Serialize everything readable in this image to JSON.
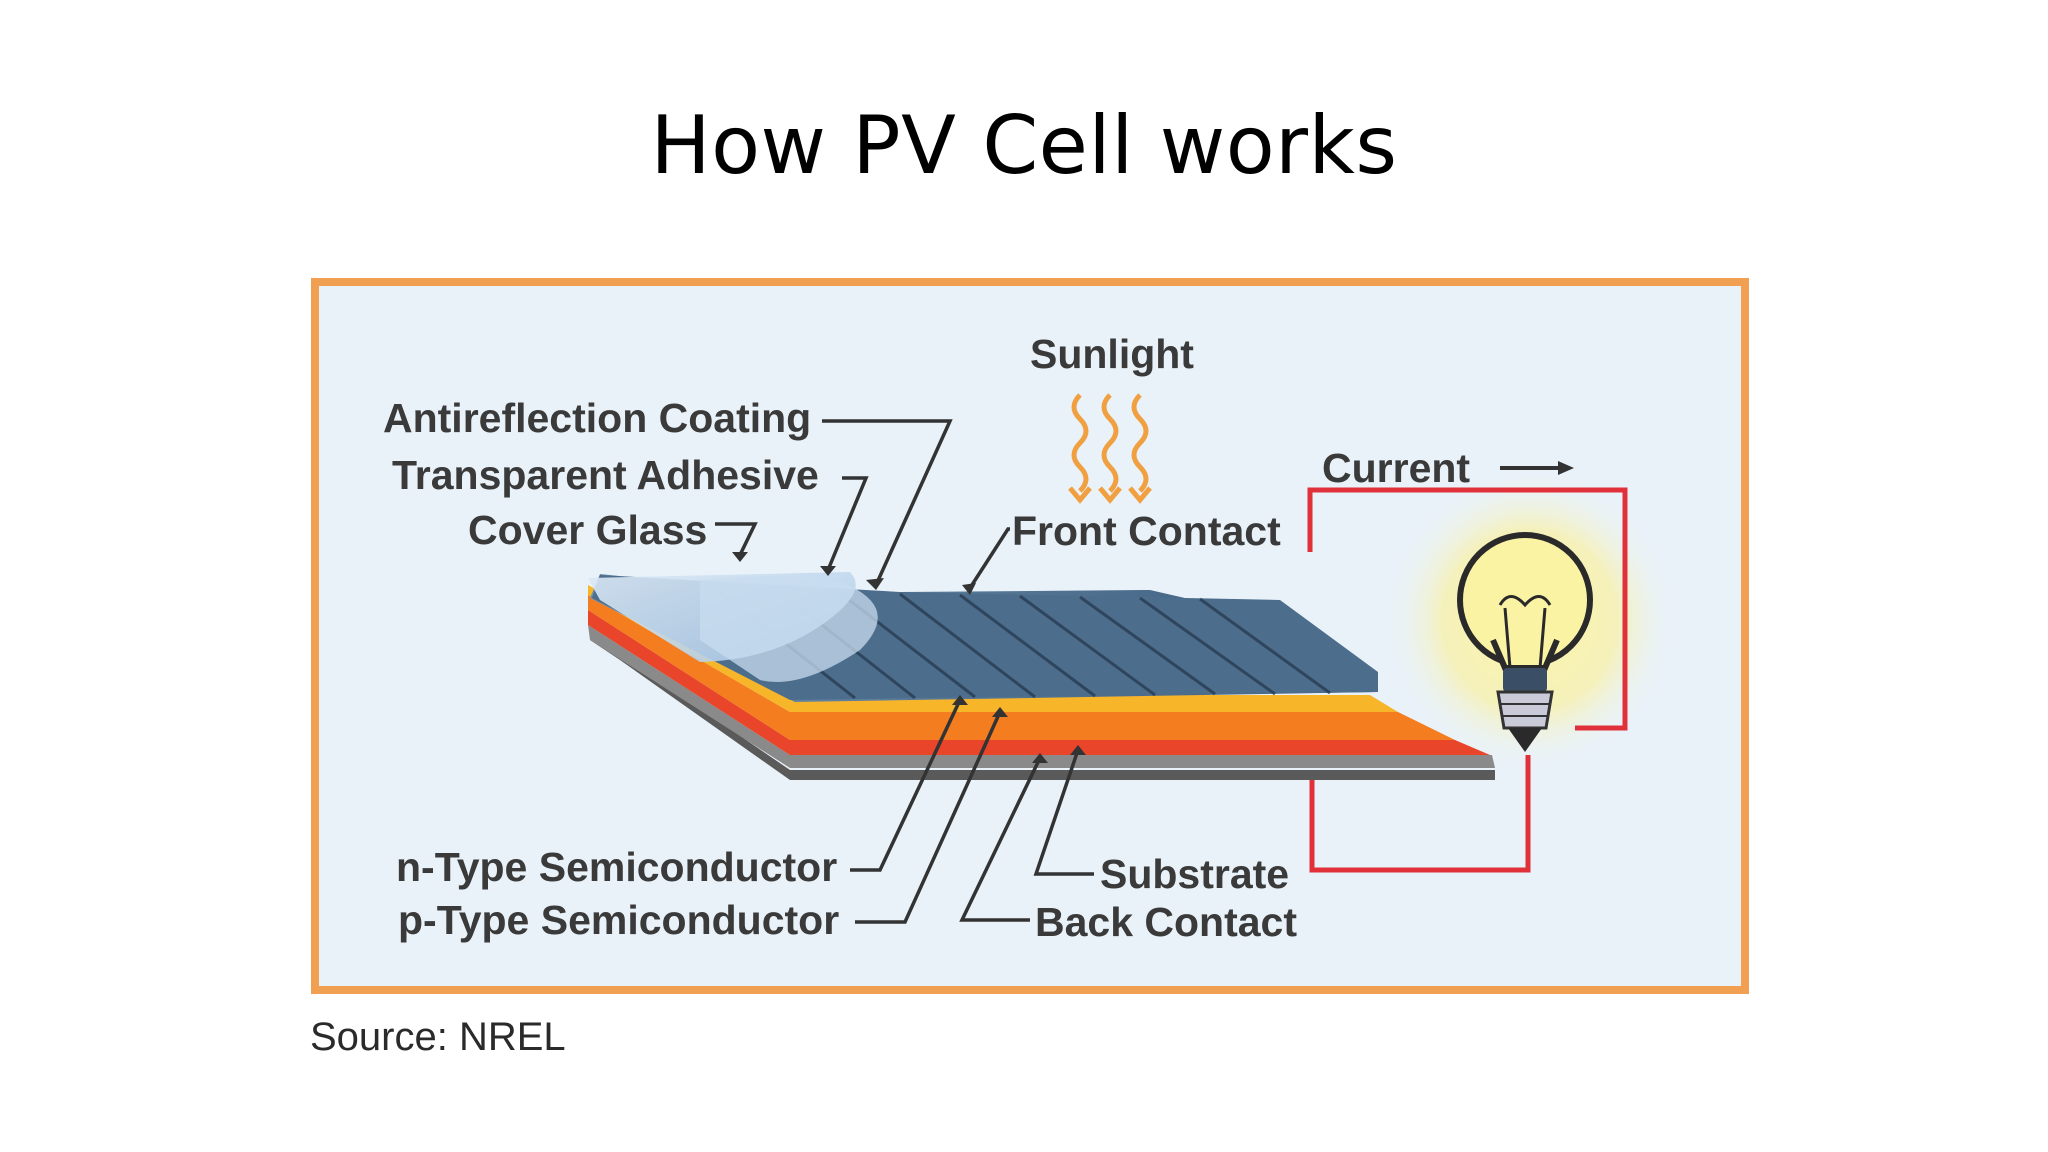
{
  "slide": {
    "title": "How PV Cell works",
    "source": "Source: NREL"
  },
  "diagram": {
    "labels": {
      "sunlight": "Sunlight",
      "antireflection_coating": "Antireflection Coating",
      "transparent_adhesive": "Transparent Adhesive",
      "cover_glass": "Cover Glass",
      "front_contact": "Front Contact",
      "current": "Current",
      "n_type": "n-Type Semiconductor",
      "p_type": "p-Type Semiconductor",
      "substrate": "Substrate",
      "back_contact": "Back Contact"
    },
    "colors": {
      "frame_border": "#f0a050",
      "panel_background": "#e9f2f9",
      "cell_blue": "#4f6f8e",
      "n_type_layer": "#f7b52a",
      "p_type_layer": "#f47d1f",
      "red_layer": "#e8452a",
      "substrate_gray": "#7b7b7b",
      "circuit_wire": "#e0303a",
      "sunlight_arrows": "#f0a040",
      "bulb_glow": "#fbf4a0"
    },
    "icons": [
      "sunlight-arrows-icon",
      "light-bulb-icon",
      "current-arrow-icon"
    ]
  }
}
